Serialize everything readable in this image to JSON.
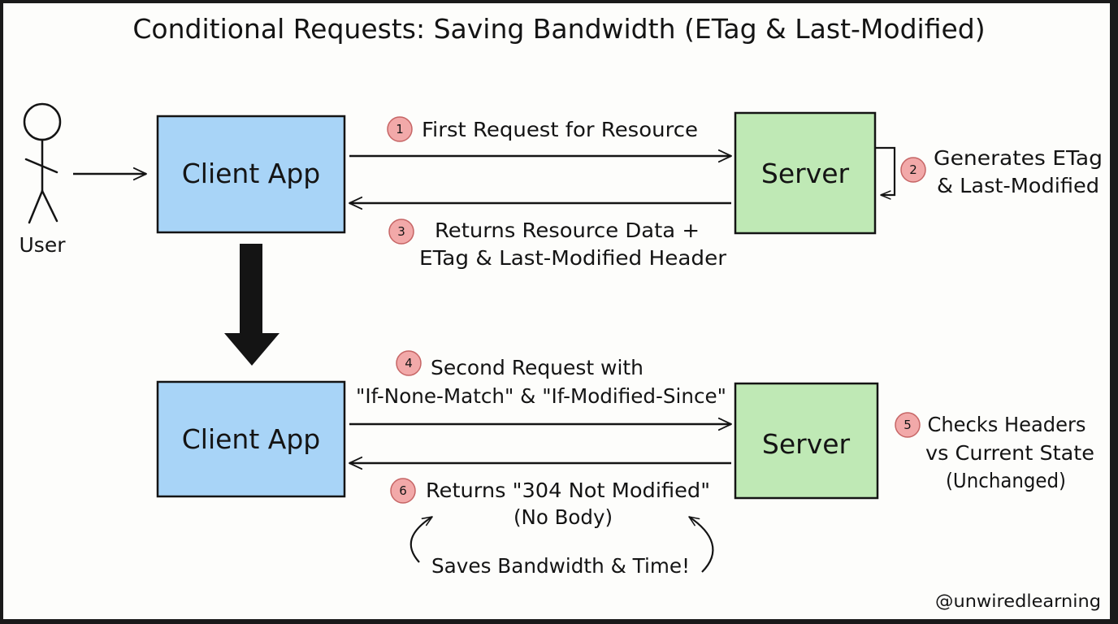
{
  "title": "Conditional Requests: Saving Bandwidth (ETag & Last-Modified)",
  "user": {
    "label": "User"
  },
  "boxes": {
    "client_top": "Client App",
    "server_top": "Server",
    "client_bottom": "Client App",
    "server_bottom": "Server"
  },
  "steps": [
    {
      "num": "1",
      "lines": [
        "First Request for Resource"
      ]
    },
    {
      "num": "2",
      "lines": [
        "Generates ETag",
        "& Last-Modified"
      ]
    },
    {
      "num": "3",
      "lines": [
        "Returns Resource Data +",
        "ETag & Last-Modified Header"
      ]
    },
    {
      "num": "4",
      "lines": [
        "Second Request with",
        "\"If-None-Match\" & \"If-Modified-Since\""
      ]
    },
    {
      "num": "5",
      "lines": [
        "Checks Headers",
        "vs Current State",
        "(Unchanged)"
      ]
    },
    {
      "num": "6",
      "lines": [
        "Returns \"304 Not Modified\"",
        "(No Body)"
      ]
    }
  ],
  "savings_note": "Saves Bandwidth & Time!",
  "credit": "@unwiredlearning",
  "colors": {
    "canvas": "#fdfdfb",
    "ink": "#141414",
    "client_fill": "#a8d4f7",
    "server_fill": "#bfe9b5",
    "badge_fill": "#f2a9a9",
    "badge_stroke": "#c66565"
  }
}
